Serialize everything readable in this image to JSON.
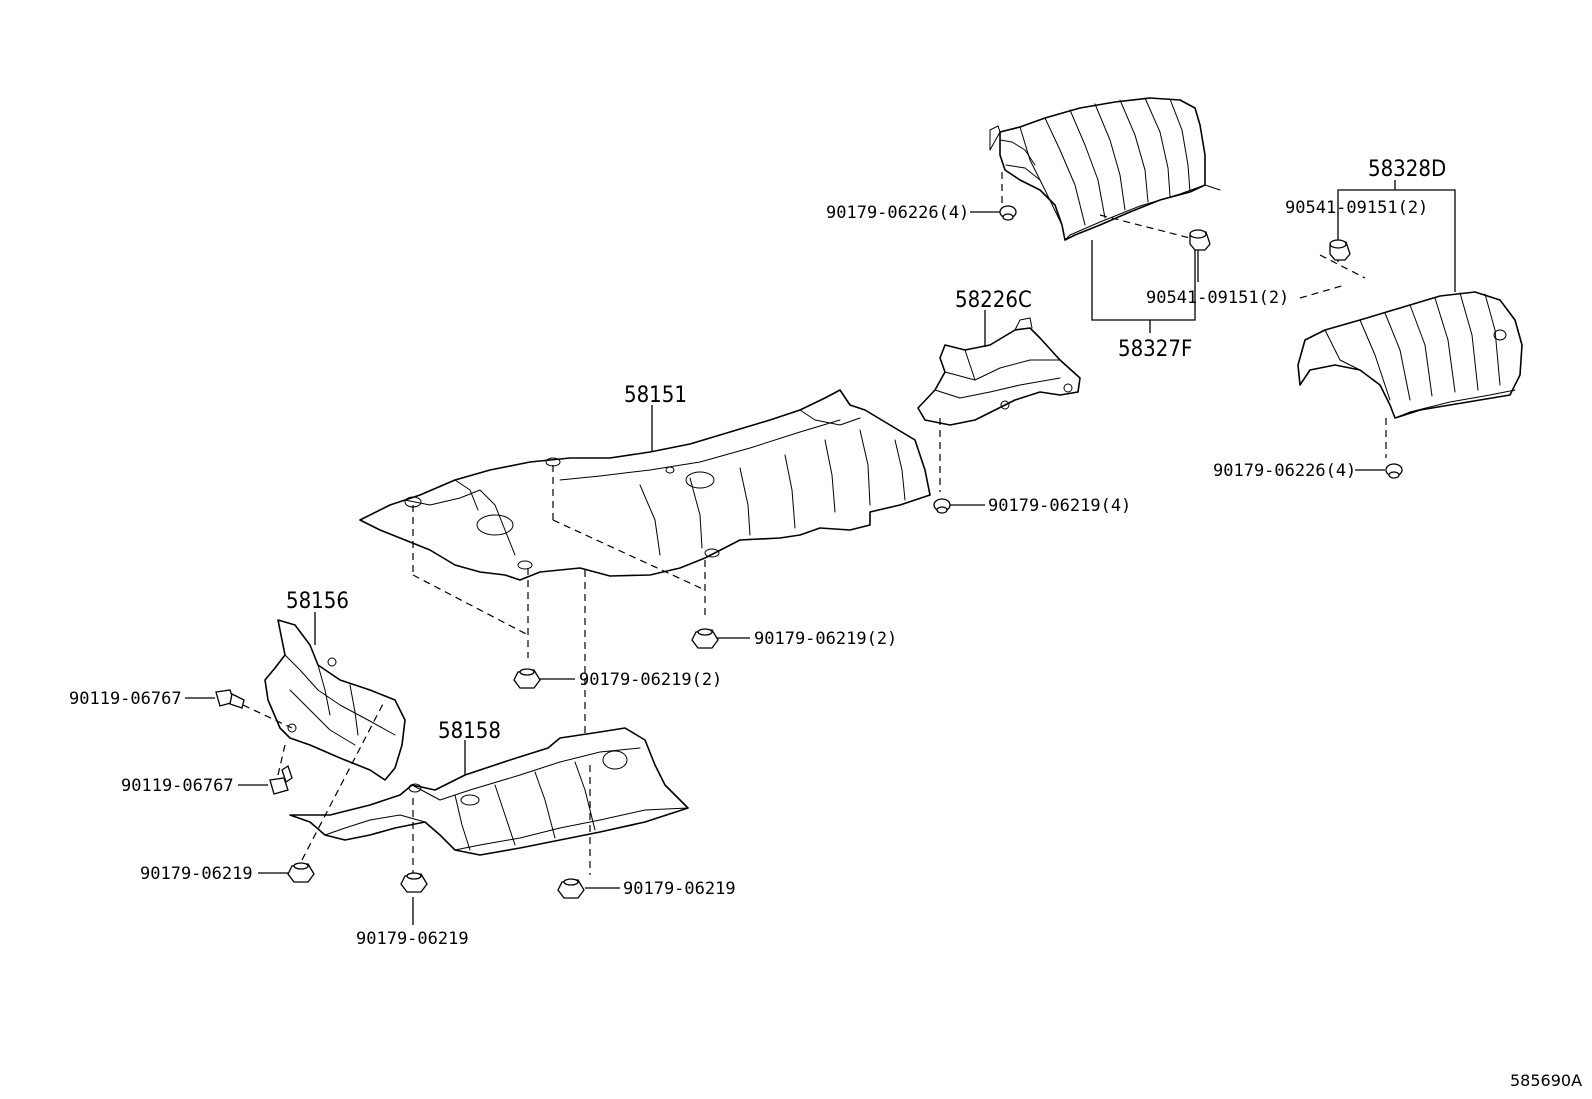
{
  "diagram": {
    "reference_code": "585690A",
    "part_labels": {
      "p58151": "58151",
      "p58156": "58156",
      "p58158": "58158",
      "p58226C": "58226C",
      "p58327F": "58327F",
      "p58328D": "58328D"
    },
    "fastener_labels": {
      "f_top_left": "90179-06226(4)",
      "f_top_clip": "90541-09151(2)",
      "f_right_clip": "90541-09151(2)",
      "f_right_nut": "90179-06226(4)",
      "f_58226c_nut": "90179-06219(4)",
      "f_58151_a": "90179-06219(2)",
      "f_58151_b": "90179-06219(2)",
      "f_bolt_a": "90119-06767",
      "f_bolt_b": "90119-06767",
      "f_nut_left": "90179-06219",
      "f_nut_mid": "90179-06219",
      "f_nut_right": "90179-06219"
    }
  }
}
